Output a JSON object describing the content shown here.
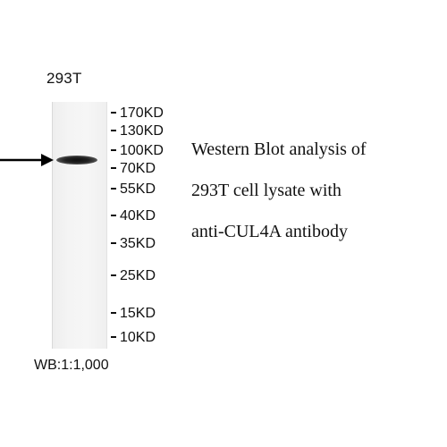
{
  "lane": {
    "label": "293T"
  },
  "markers": [
    "170KD",
    "130KD",
    "100KD",
    "70KD",
    "55KD",
    "40KD",
    "35KD",
    "25KD",
    "15KD",
    "10KD"
  ],
  "caption": {
    "line1": "Western Blot analysis of",
    "line2": "293T cell lysate with",
    "line3": "anti-CUL4A antibody"
  },
  "dilution": "WB:1:1,000",
  "icons": {
    "arrow": "right-arrow-icon"
  }
}
